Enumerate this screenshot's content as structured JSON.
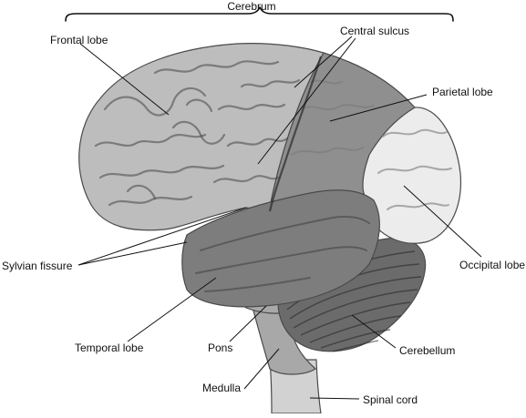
{
  "labels": {
    "cerebrum": "Cerebrum",
    "frontal_lobe": "Frontal lobe",
    "central_sulcus": "Central sulcus",
    "parietal_lobe": "Parietal lobe",
    "occipital_lobe": "Occipital lobe",
    "sylvian_fissure": "Sylvian fissure",
    "temporal_lobe": "Temporal lobe",
    "pons": "Pons",
    "cerebellum": "Cerebellum",
    "medulla": "Medulla",
    "spinal_cord": "Spinal cord"
  },
  "colors": {
    "frontal": "#bdbdbd",
    "parietal": "#8f8f8f",
    "occipital": "#ececec",
    "temporal": "#7d7d7d",
    "cerebellum": "#6b6b6b",
    "brainstem": "#a8a8a8",
    "spinal_cord": "#d2d2d2",
    "ink": "#111111"
  }
}
